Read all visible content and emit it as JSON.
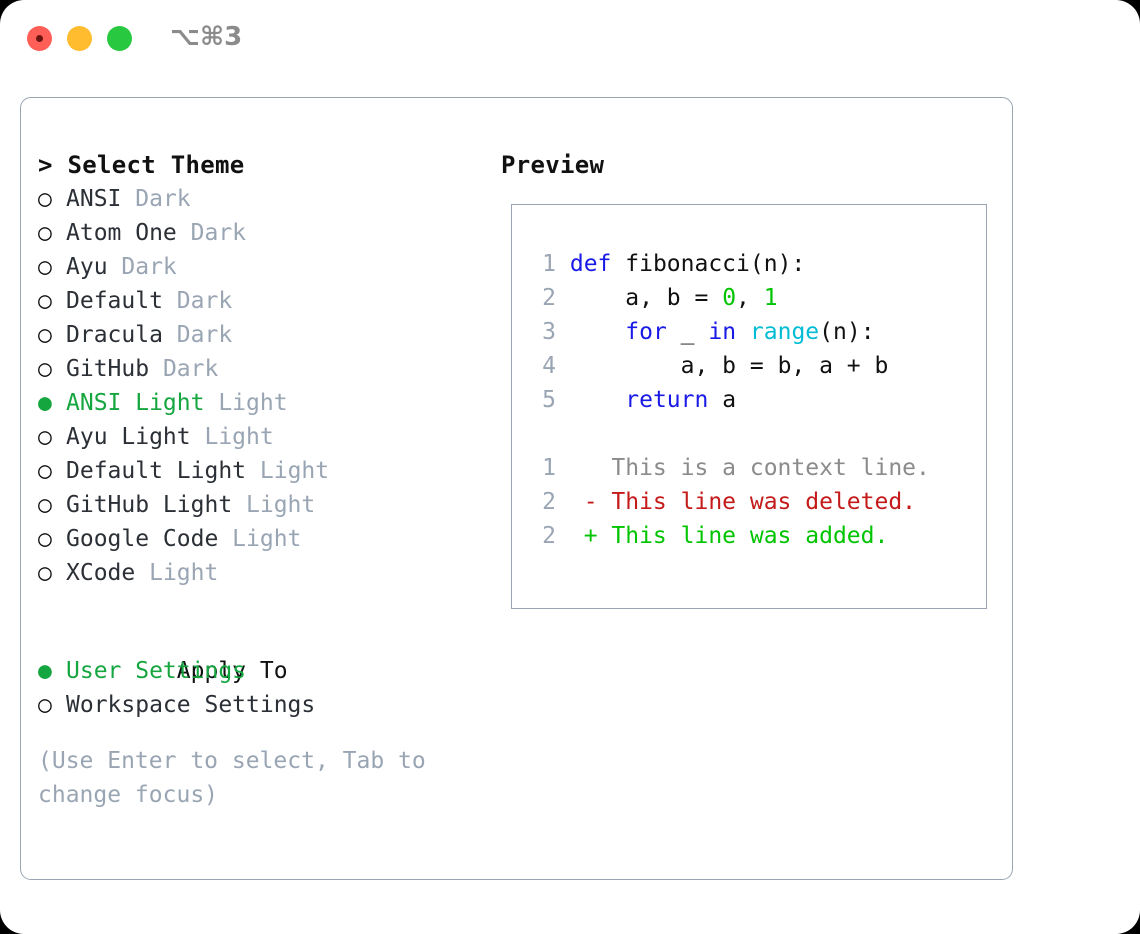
{
  "window": {
    "traffic_lights": [
      "close",
      "minimize",
      "zoom"
    ],
    "shortcut": "⌥⌘3"
  },
  "left_panel": {
    "header": "> Select Theme",
    "themes": [
      {
        "marker": "○",
        "name": "ANSI",
        "category": "Dark",
        "selected": false
      },
      {
        "marker": "○",
        "name": "Atom One",
        "category": "Dark",
        "selected": false
      },
      {
        "marker": "○",
        "name": "Ayu",
        "category": "Dark",
        "selected": false
      },
      {
        "marker": "○",
        "name": "Default",
        "category": "Dark",
        "selected": false
      },
      {
        "marker": "○",
        "name": "Dracula",
        "category": "Dark",
        "selected": false
      },
      {
        "marker": "○",
        "name": "GitHub",
        "category": "Dark",
        "selected": false
      },
      {
        "marker": "●",
        "name": "ANSI Light",
        "category": "Light",
        "selected": true
      },
      {
        "marker": "○",
        "name": "Ayu Light",
        "category": "Light",
        "selected": false
      },
      {
        "marker": "○",
        "name": "Default Light",
        "category": "Light",
        "selected": false
      },
      {
        "marker": "○",
        "name": "GitHub Light",
        "category": "Light",
        "selected": false
      },
      {
        "marker": "○",
        "name": "Google Code",
        "category": "Light",
        "selected": false
      },
      {
        "marker": "○",
        "name": "XCode",
        "category": "Light",
        "selected": false
      }
    ],
    "apply_to": {
      "header": "Apply To",
      "options": [
        {
          "marker": "●",
          "label": "User Settings",
          "selected": true
        },
        {
          "marker": "○",
          "label": "Workspace Settings",
          "selected": false
        }
      ]
    },
    "hint": "(Use Enter to select, Tab to change focus)"
  },
  "right_panel": {
    "title": "Preview",
    "code_lines": [
      {
        "number": "1",
        "segments": [
          {
            "text": "def",
            "kind": "keyword"
          },
          {
            "text": " fibonacci(n):",
            "kind": "text"
          }
        ]
      },
      {
        "number": "2",
        "segments": [
          {
            "text": "    a, b = ",
            "kind": "text"
          },
          {
            "text": "0",
            "kind": "number"
          },
          {
            "text": ", ",
            "kind": "text"
          },
          {
            "text": "1",
            "kind": "number"
          }
        ]
      },
      {
        "number": "3",
        "segments": [
          {
            "text": "    ",
            "kind": "text"
          },
          {
            "text": "for",
            "kind": "keyword"
          },
          {
            "text": " _ ",
            "kind": "text"
          },
          {
            "text": "in",
            "kind": "keyword"
          },
          {
            "text": " ",
            "kind": "text"
          },
          {
            "text": "range",
            "kind": "function"
          },
          {
            "text": "(n):",
            "kind": "text"
          }
        ]
      },
      {
        "number": "4",
        "segments": [
          {
            "text": "        a, b = b, a + b",
            "kind": "text"
          }
        ]
      },
      {
        "number": "5",
        "segments": [
          {
            "text": "    ",
            "kind": "text"
          },
          {
            "text": "return",
            "kind": "keyword"
          },
          {
            "text": " a",
            "kind": "text"
          }
        ]
      }
    ],
    "diff_lines": [
      {
        "number": "1",
        "marker": " ",
        "text": "This is a context line.",
        "kind": "context"
      },
      {
        "number": "2",
        "marker": "-",
        "text": "This line was deleted.",
        "kind": "deleted"
      },
      {
        "number": "2",
        "marker": "+",
        "text": "This line was added.",
        "kind": "added"
      }
    ]
  },
  "colors": {
    "accent_green": "#16a640",
    "muted_gray": "#9aa5b4",
    "keyword_blue": "#1a1ae6",
    "function_cyan": "#00bcd4",
    "number_green": "#00c400",
    "diff_deleted": "#c41a1a",
    "diff_added": "#00c400",
    "border": "#9aa5b4"
  }
}
